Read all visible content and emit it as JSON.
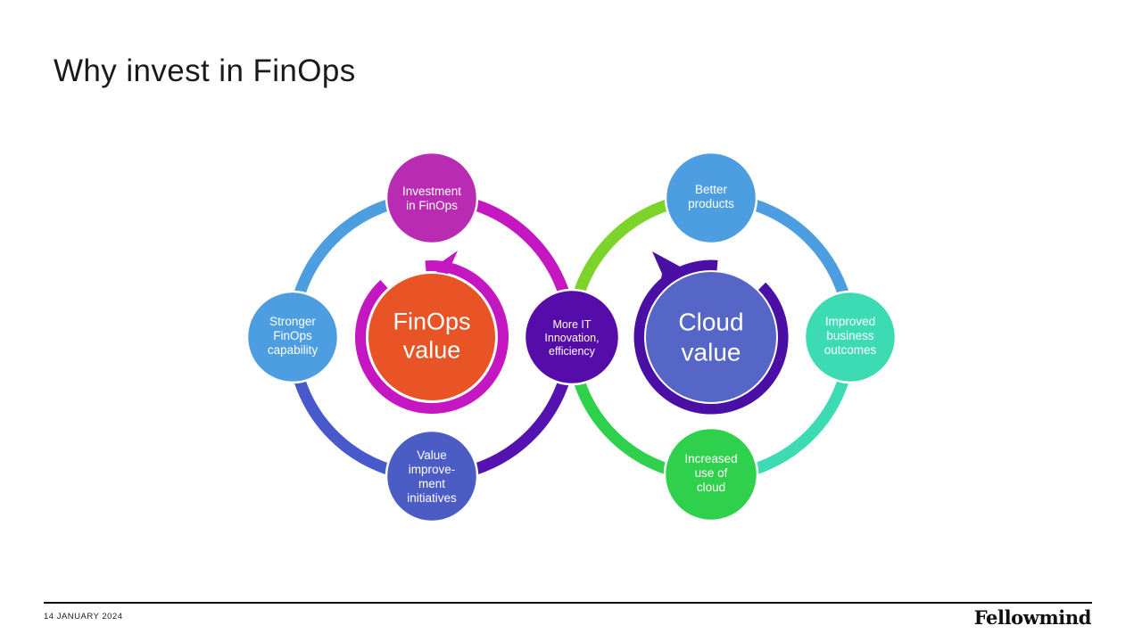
{
  "slide": {
    "title": "Why invest in FinOps",
    "footer": {
      "date": "14 JANUARY 2024",
      "logo": "Fellowmind"
    }
  },
  "diagram": {
    "finops_loop": {
      "center": {
        "label": "FinOps\nvalue",
        "fill": "#E85426",
        "arrow_color": "#C517C1"
      },
      "arcs": {
        "left_to_top": "#4C9EE0",
        "top_to_middle": "#C517C1",
        "middle_to_bottom": "#5412AF",
        "bottom_to_left": "#4759CB"
      },
      "nodes": {
        "top": {
          "label": "Investment\nin FinOps",
          "fill": "#B92BB2"
        },
        "left": {
          "label": "Stronger\nFinOps\ncapability",
          "fill": "#4C9EE0"
        },
        "bottom": {
          "label": "Value\nimprove-\nment\ninitiatives",
          "fill": "#4C5CC5"
        }
      }
    },
    "shared_node": {
      "label": "More IT\nInnovation,\nefficiency",
      "fill": "#560CA8"
    },
    "cloud_loop": {
      "center": {
        "label": "Cloud\nvalue",
        "fill": "#5566C7",
        "arrow_color": "#4A10A6"
      },
      "arcs": {
        "middle_to_top": "#7CD32A",
        "top_to_right": "#4C9EE0",
        "right_to_bottom": "#3DDBB4",
        "bottom_to_middle": "#2FD04B"
      },
      "nodes": {
        "top": {
          "label": "Better\nproducts",
          "fill": "#4C9EE0"
        },
        "right": {
          "label": "Improved\nbusiness\noutcomes",
          "fill": "#3DDBB4"
        },
        "bottom": {
          "label": "Increased\nuse of\ncloud",
          "fill": "#2FD04B"
        }
      }
    }
  }
}
